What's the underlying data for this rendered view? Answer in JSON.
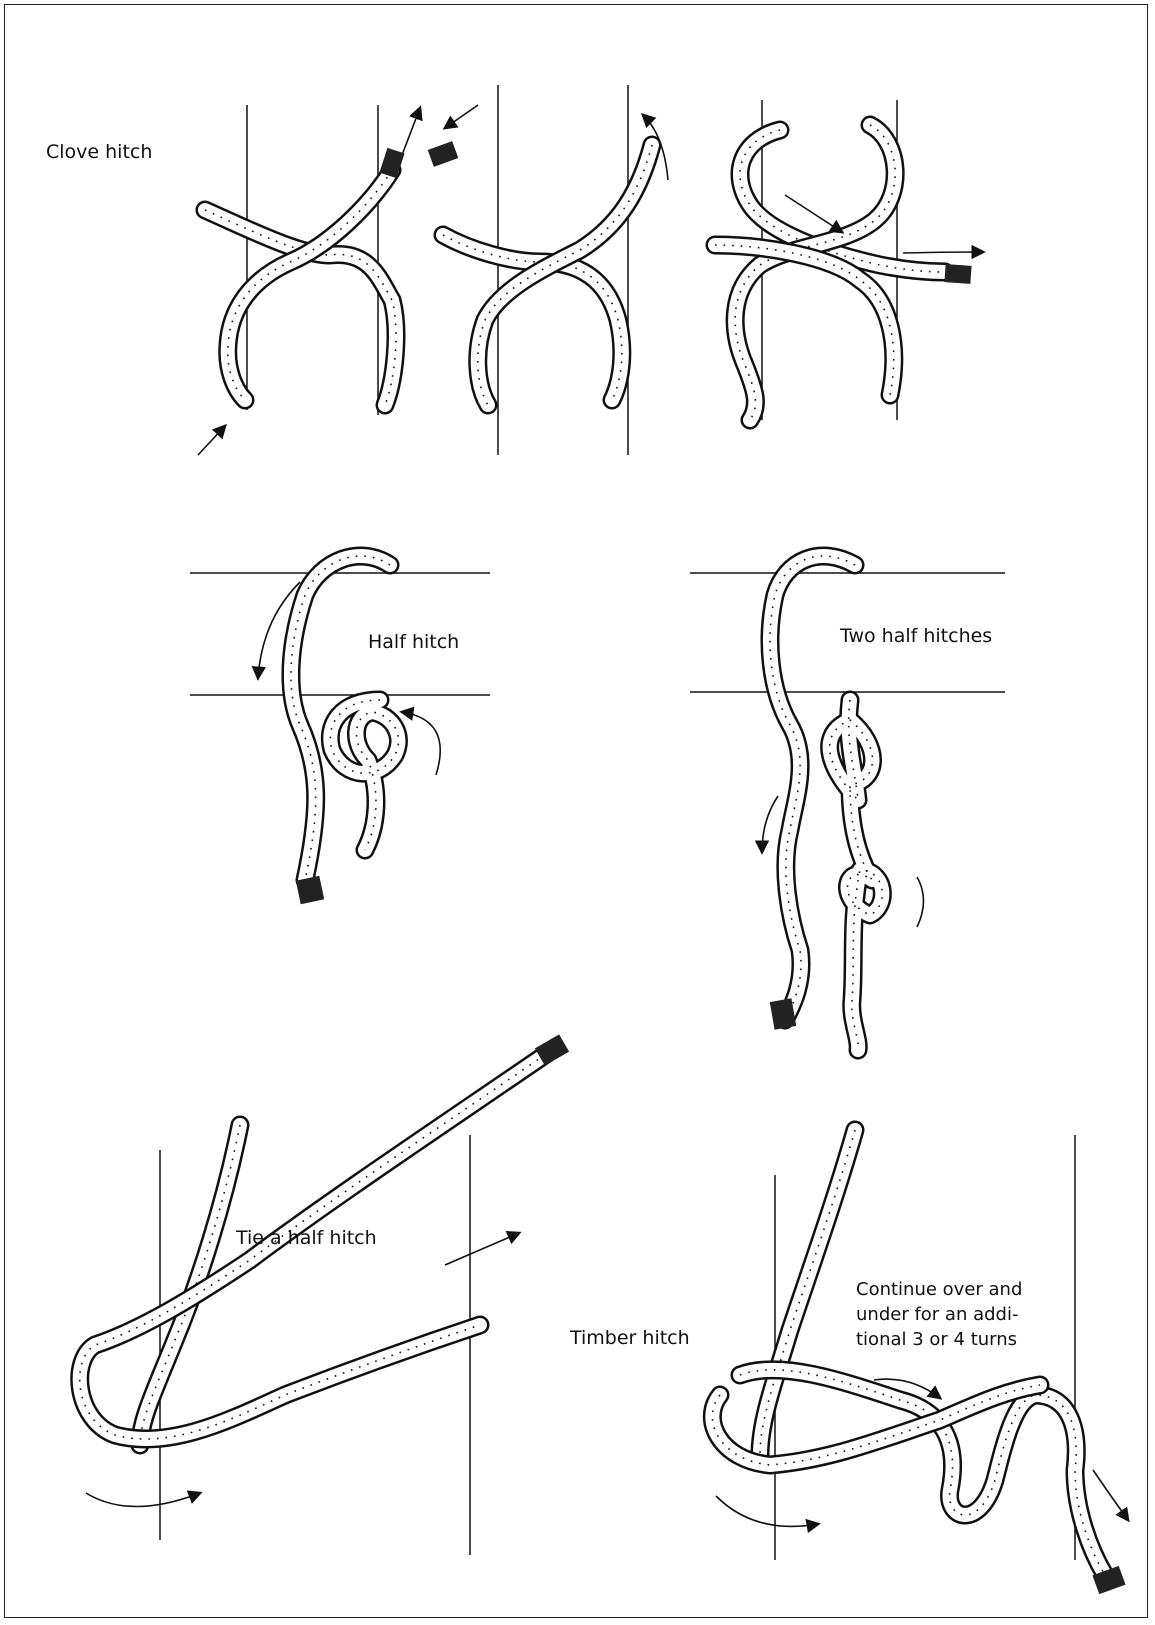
{
  "labels": {
    "clove_hitch": "Clove hitch",
    "half_hitch": "Half hitch",
    "two_half_hitches": "Two half hitches",
    "tie_half_hitch": "Tie a half hitch",
    "timber_hitch": "Timber hitch",
    "continue_over_under": "Continue over and\nunder for an addi-\ntional 3 or 4 turns"
  },
  "colors": {
    "ink": "#111111",
    "paper": "#ffffff"
  }
}
